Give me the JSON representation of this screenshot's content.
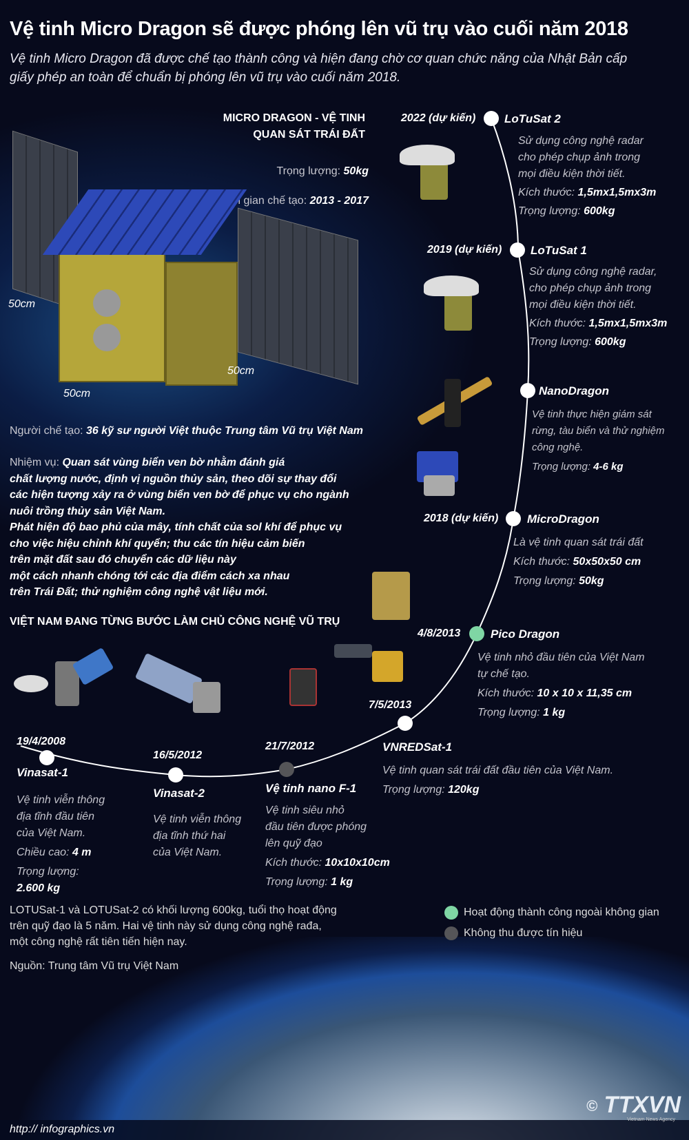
{
  "title": "Vệ tinh Micro Dragon sẽ được phóng lên vũ trụ vào cuối năm 2018",
  "subtitle": "Vệ tinh Micro Dragon đã được chế tạo thành công và hiện đang chờ cơ quan chức năng của Nhật Bản cấp giấy phép an toàn để chuẩn bị phóng lên vũ trụ vào cuối năm 2018.",
  "micro": {
    "heading1": "MICRO DRAGON - VỆ TINH",
    "heading2": "QUAN SÁT TRÁI ĐẤT",
    "weight_label": "Trọng lượng: ",
    "weight": "50kg",
    "time_label": "Thời gian chế tạo: ",
    "time": "2013 - 2017",
    "dim_h": "50cm",
    "dim_w": "50cm",
    "dim_d": "50cm",
    "maker_label": "Người chế tạo: ",
    "maker": "36 kỹ sư người Việt thuộc Trung tâm Vũ trụ Việt Nam",
    "mission_label": "Nhiệm vụ: ",
    "mission": [
      "Quan sát vùng biển ven bờ nhằm đánh giá",
      "chất lượng nước, định vị nguồn thủy sản, theo dõi sự thay đổi",
      "các hiện tượng xảy ra ở vùng biển ven bờ để phục vụ cho ngành",
      "nuôi trồng thủy sản Việt Nam.",
      "Phát hiện độ bao phủ của mây, tính chất của sol khí để phục vụ",
      "cho việc hiệu chỉnh khí quyển; thu các tín hiệu cảm biến",
      "trên mặt đất sau đó chuyển các dữ liệu này",
      "một cách nhanh chóng tới các địa điểm cách xa nhau",
      "trên Trái Đất; thử nghiệm công nghệ vật liệu mới."
    ]
  },
  "section_heading": "VIỆT NAM ĐANG TỪNG BƯỚC LÀM CHỦ CÔNG NGHỆ VŨ TRỤ",
  "timeline": [
    {
      "date": "2022 (dự kiến)",
      "name": "LoTuSat 2",
      "desc": [
        "Sử dụng công nghệ radar",
        "cho phép chụp ảnh trong",
        "mọi điều kiện thời tiết."
      ],
      "size_label": "Kích thước: ",
      "size": "1,5mx1,5mx3m",
      "weight_label": "Trọng lượng: ",
      "weight": "600kg",
      "status": "planned"
    },
    {
      "date": "2019 (dự kiến)",
      "name": "LoTuSat 1",
      "desc": [
        "Sử dụng công nghệ radar,",
        "cho phép chụp ảnh trong",
        "mọi điều kiện thời tiết."
      ],
      "size_label": "Kích thước: ",
      "size": "1,5mx1,5mx3m",
      "weight_label": "Trọng lượng: ",
      "weight": "600kg",
      "status": "planned"
    },
    {
      "name": "NanoDragon",
      "desc": [
        "Vệ tinh thực hiện giám sát",
        "rừng, tàu biển và thử nghiệm",
        "công nghệ."
      ],
      "weight_label": "Trọng lượng: ",
      "weight": "4-6 kg",
      "status": "planned"
    },
    {
      "date": "2018 (dự kiến)",
      "name": "MicroDragon",
      "desc": [
        "Là vệ tinh quan sát trái đất"
      ],
      "size_label": "Kích thước: ",
      "size": "50x50x50 cm",
      "weight_label": "Trọng lượng: ",
      "weight": "50kg",
      "status": "planned"
    },
    {
      "date": "4/8/2013",
      "name": "Pico Dragon",
      "desc": [
        "Vệ tinh nhỏ đầu tiên của Việt Nam",
        "tự chế tạo."
      ],
      "size_label": "Kích thước: ",
      "size": "10 x 10 x 11,35 cm",
      "weight_label": "Trọng lượng: ",
      "weight": "1 kg",
      "status": "success"
    },
    {
      "date": "7/5/2013",
      "name": "VNREDSat-1",
      "desc": [
        "Vệ tinh quan sát trái đất đầu tiên của Việt Nam."
      ],
      "weight_label": "Trọng lượng: ",
      "weight": "120kg",
      "status": "planned"
    },
    {
      "date": "21/7/2012",
      "name": "Vệ tinh nano F-1",
      "desc": [
        "Vệ tinh siêu nhỏ",
        "đầu tiên được phóng",
        "lên quỹ đạo"
      ],
      "size_label": "Kích thước: ",
      "size": "10x10x10cm",
      "weight_label": "Trọng lượng: ",
      "weight": "1 kg",
      "status": "failed"
    },
    {
      "date": "16/5/2012",
      "name": "Vinasat-2",
      "desc": [
        "Vệ tinh viễn thông",
        "địa tĩnh thứ hai",
        "của Việt Nam."
      ],
      "status": "planned"
    },
    {
      "date": "19/4/2008",
      "name": "Vinasat-1",
      "desc": [
        "Vệ tinh viễn thông",
        "địa tĩnh đầu tiên",
        "của Việt Nam."
      ],
      "height_label": "Chiều cao: ",
      "height": "4 m",
      "weight_label": "Trọng lượng:",
      "weight": "2.600 kg",
      "status": "planned"
    }
  ],
  "note": [
    "LOTUSat-1 và LOTUSat-2 có khối lượng 600kg, tuổi thọ hoạt động",
    "trên quỹ đạo là 5 năm. Hai vệ tinh này sử dụng công nghệ rađa,",
    "một công nghệ rất tiên tiến hiện nay."
  ],
  "source": "Nguồn: Trung tâm Vũ trụ Việt Nam",
  "legend": [
    {
      "label": "Hoạt động thành công ngoài không gian",
      "color": "#7fd6a4"
    },
    {
      "label": "Không thu được tín hiệu",
      "color": "#555558"
    }
  ],
  "footer_url": "http:// infographics.vn",
  "logo": "TTXVN",
  "logo_sub": "Vietnam News Agency",
  "colors": {
    "bg": "#070a1c",
    "success": "#7fd6a4",
    "failed": "#555558",
    "dot": "#ffffff"
  }
}
